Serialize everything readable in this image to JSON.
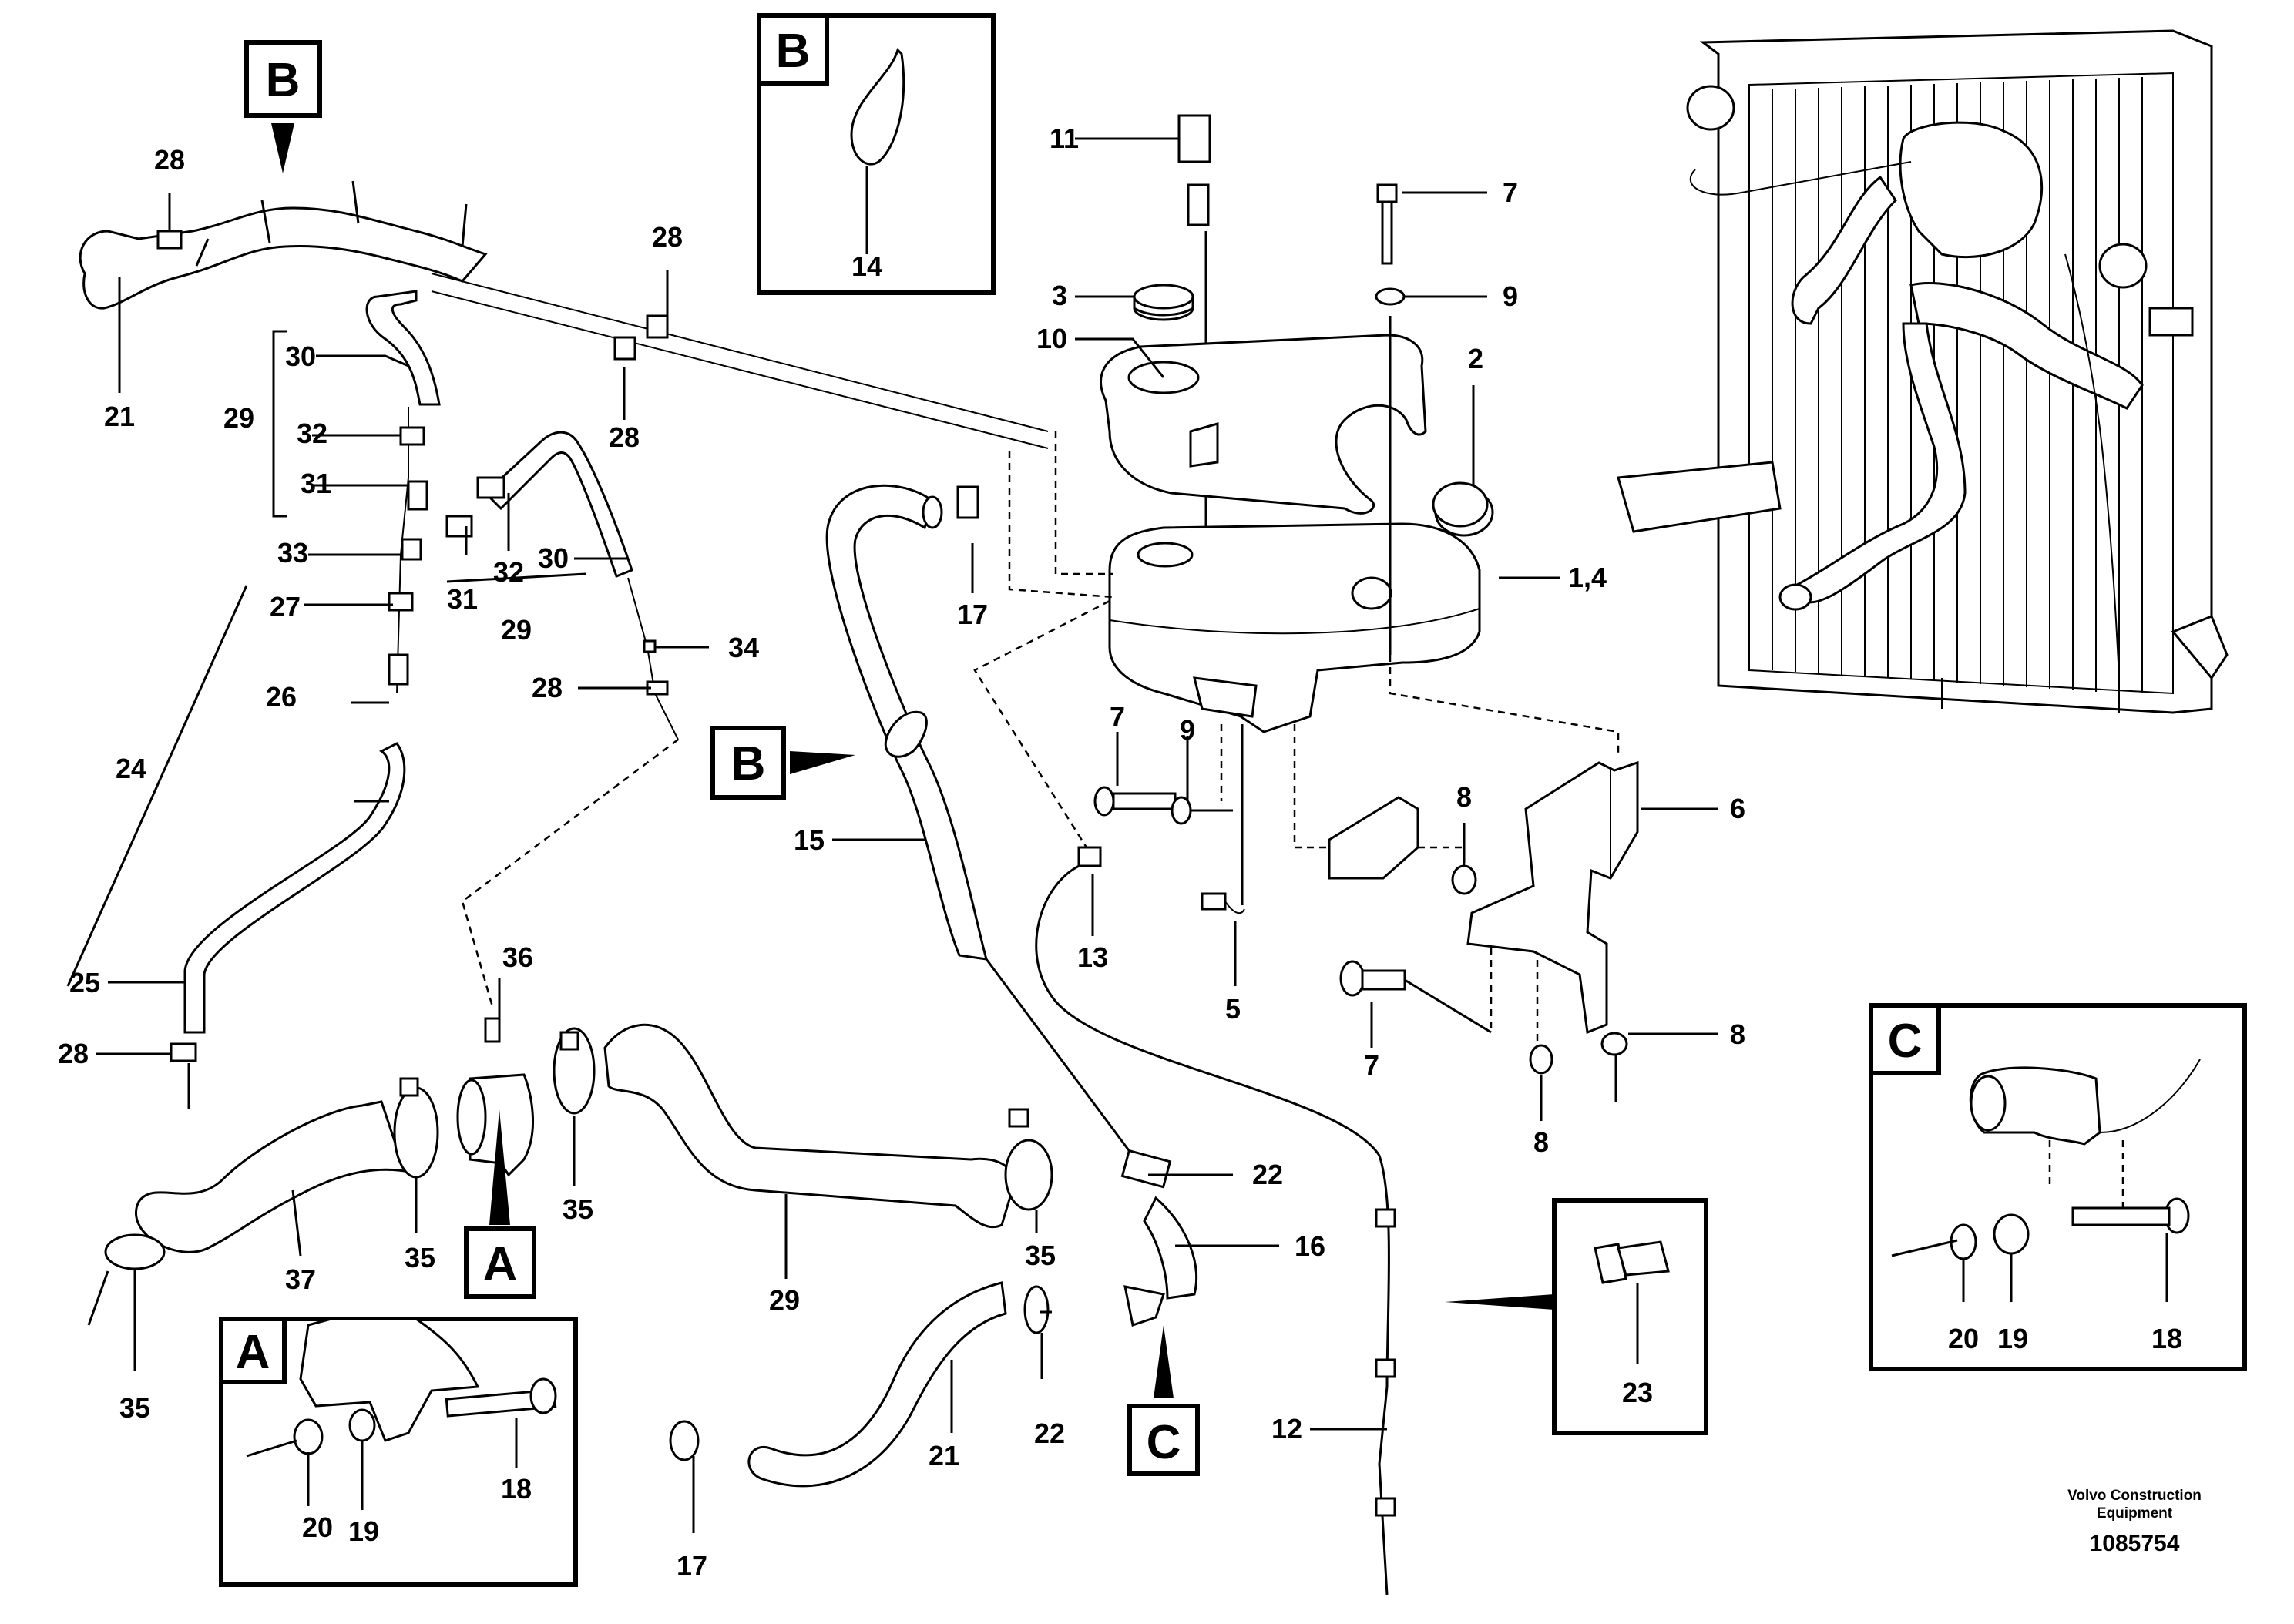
{
  "diagram": {
    "credit_line1": "Volvo Construction",
    "credit_line2": "Equipment",
    "document_number": "1085754",
    "view_letters": {
      "A": "A",
      "B": "B",
      "C": "C"
    },
    "callouts": {
      "p1_4": "1,4",
      "p2": "2",
      "p3": "3",
      "p5": "5",
      "p6": "6",
      "p7": "7",
      "p8": "8",
      "p9": "9",
      "p10": "10",
      "p11": "11",
      "p12": "12",
      "p13": "13",
      "p14": "14",
      "p15": "15",
      "p16": "16",
      "p17": "17",
      "p18": "18",
      "p19": "19",
      "p20": "20",
      "p21": "21",
      "p22": "22",
      "p23": "23",
      "p24": "24",
      "p25": "25",
      "p26": "26",
      "p27": "27",
      "p28": "28",
      "p29": "29",
      "p30": "30",
      "p31": "31",
      "p32": "32",
      "p33": "33",
      "p34": "34",
      "p35": "35",
      "p36": "36",
      "p37": "37"
    }
  }
}
